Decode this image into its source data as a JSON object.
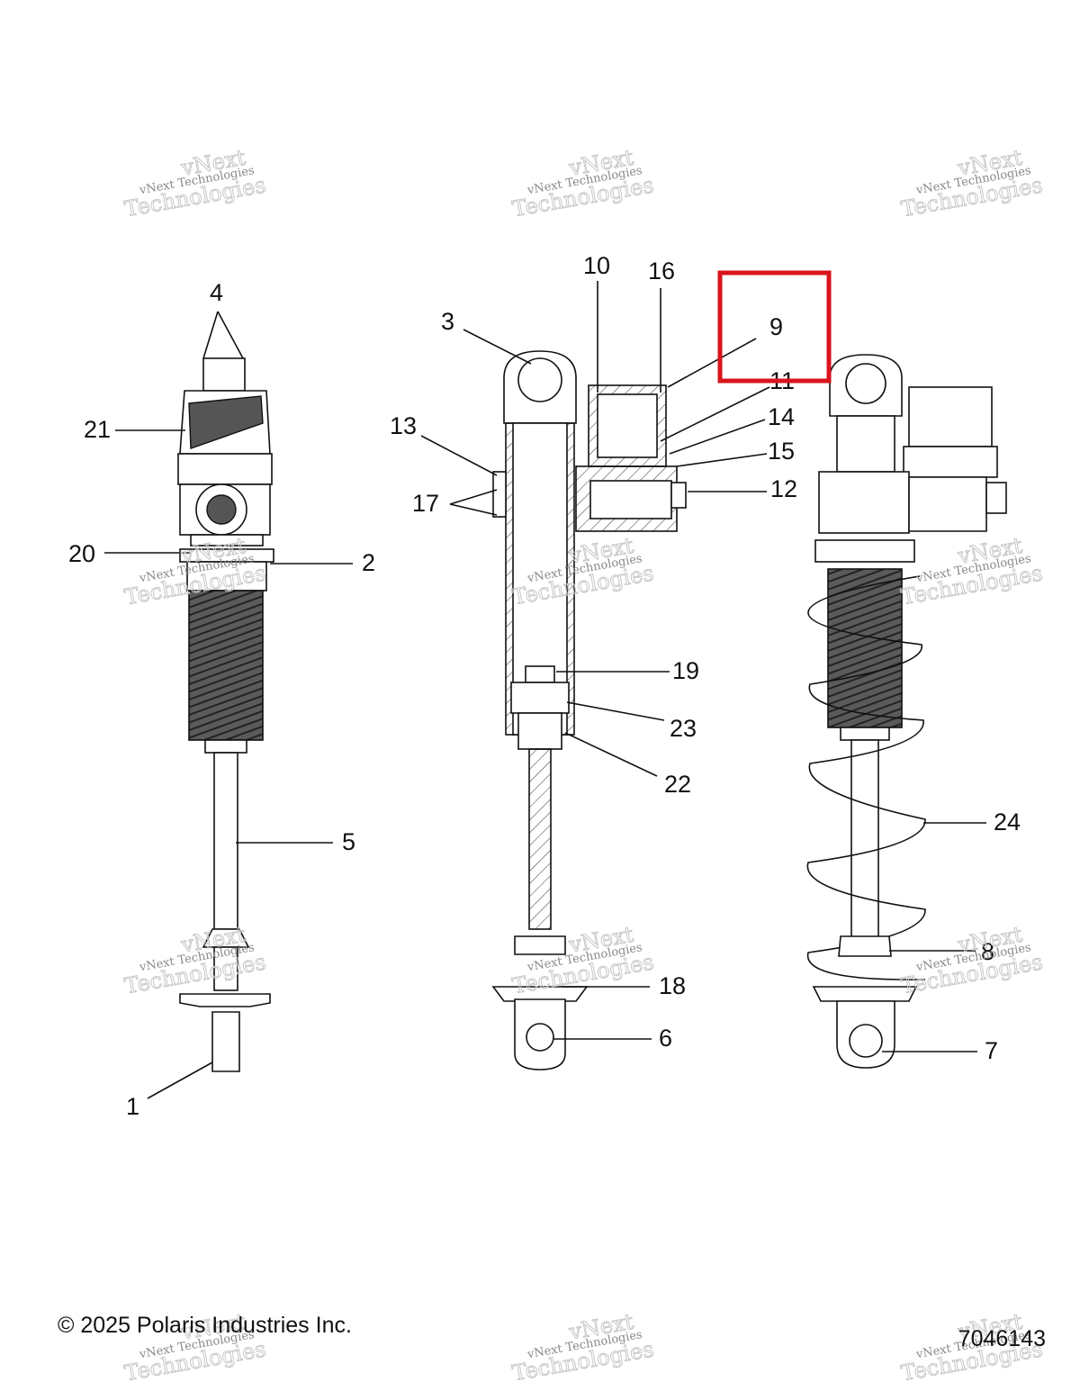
{
  "callouts": [
    {
      "id": "1",
      "label": "1"
    },
    {
      "id": "2",
      "label": "2"
    },
    {
      "id": "3",
      "label": "3"
    },
    {
      "id": "4",
      "label": "4"
    },
    {
      "id": "5",
      "label": "5"
    },
    {
      "id": "6",
      "label": "6"
    },
    {
      "id": "7",
      "label": "7"
    },
    {
      "id": "8",
      "label": "8"
    },
    {
      "id": "9",
      "label": "9"
    },
    {
      "id": "10",
      "label": "10"
    },
    {
      "id": "11",
      "label": "11"
    },
    {
      "id": "12",
      "label": "12"
    },
    {
      "id": "13",
      "label": "13"
    },
    {
      "id": "14",
      "label": "14"
    },
    {
      "id": "15",
      "label": "15"
    },
    {
      "id": "16",
      "label": "16"
    },
    {
      "id": "17",
      "label": "17"
    },
    {
      "id": "18",
      "label": "18"
    },
    {
      "id": "19",
      "label": "19"
    },
    {
      "id": "20",
      "label": "20"
    },
    {
      "id": "21",
      "label": "21"
    },
    {
      "id": "22",
      "label": "22"
    },
    {
      "id": "23",
      "label": "23"
    },
    {
      "id": "24",
      "label": "24"
    }
  ],
  "highlight": {
    "callout": "9",
    "color": "#d9141c"
  },
  "watermark": {
    "line1": "vNext Technologies",
    "line2": "vNext",
    "line3": "Technologies"
  },
  "footer": {
    "copyright": "© 2025 Polaris Industries Inc.",
    "figure_number": "7046143"
  }
}
